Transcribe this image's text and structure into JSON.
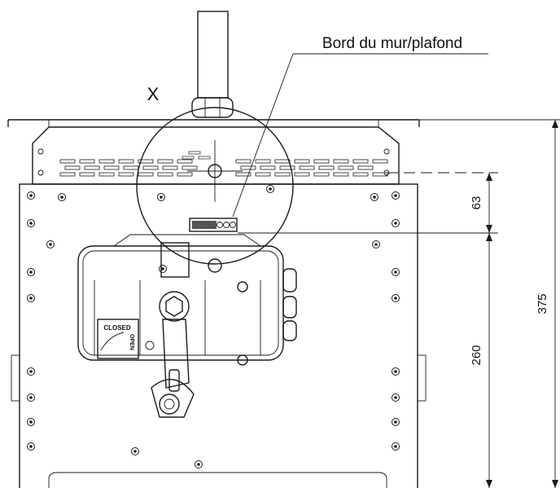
{
  "labels": {
    "edge_label": "Bord du mur/plafond",
    "x_marker": "X",
    "closed_text": "CLOSED",
    "open_text": "OPEN"
  },
  "dimensions": {
    "dim_63": "63",
    "dim_260": "260",
    "dim_375": "375"
  }
}
